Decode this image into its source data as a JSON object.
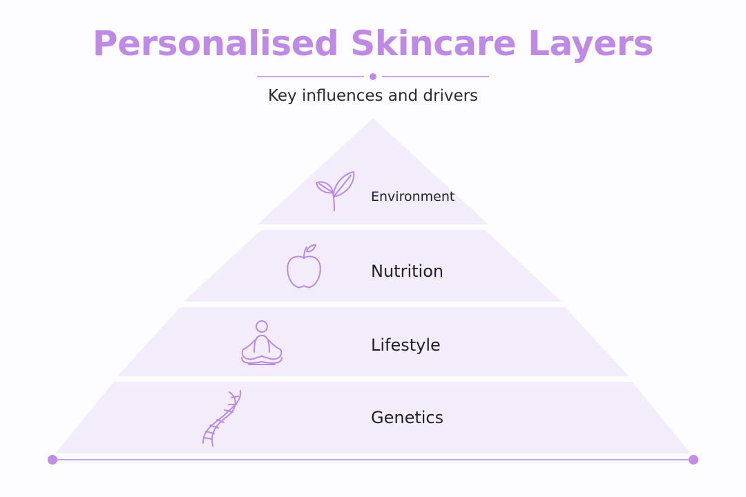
{
  "header": {
    "title": "Personalised Skincare Layers",
    "subtitle": "Key influences and drivers"
  },
  "pyramid": {
    "layers": [
      {
        "label": "Environment",
        "icon": "leaf-sprout-icon"
      },
      {
        "label": "Nutrition",
        "icon": "apple-icon"
      },
      {
        "label": "Lifestyle",
        "icon": "meditation-person-icon"
      },
      {
        "label": "Genetics",
        "icon": "dna-icon"
      }
    ]
  },
  "colors": {
    "accent": "#bf8ae6",
    "layer_fill": "#f3ecfa",
    "icon_stroke": "#b98ae0",
    "text": "#1f1f24"
  }
}
